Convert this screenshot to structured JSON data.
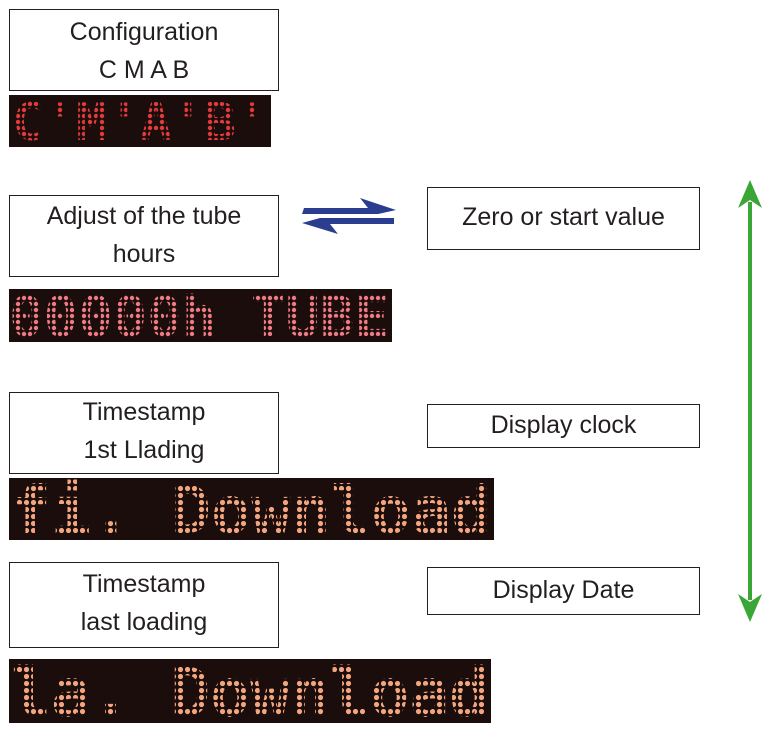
{
  "boxes": {
    "config": {
      "line1": "Configuration",
      "line2": "C M A B"
    },
    "tube": {
      "line1": "Adjust of the tube",
      "line2": "hours"
    },
    "zero": {
      "line1": "Zero or start value"
    },
    "first": {
      "line1": "Timestamp",
      "line2": "1st Llading"
    },
    "clock": {
      "line1": "Display clock"
    },
    "last": {
      "line1": "Timestamp",
      "line2": "last loading"
    },
    "date": {
      "line1": "Display Date"
    }
  },
  "displays": {
    "config": "C'M'A'B'",
    "tube": "00000h TUBE",
    "first": "fi. Download",
    "last": "la. Download"
  },
  "colors": {
    "led_config": "#e23b3b",
    "led_tube": "#f07a82",
    "led_download": "#f2a57e",
    "led_background": "#1a0d0c",
    "arrow_blue": "#2b3d8f",
    "arrow_green": "#3aa635"
  }
}
